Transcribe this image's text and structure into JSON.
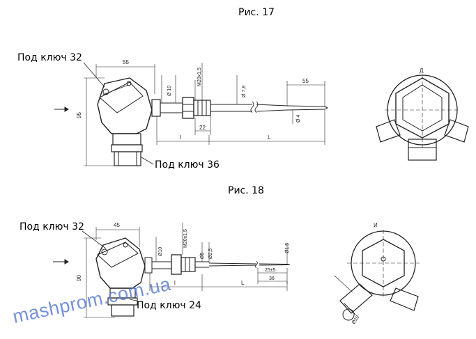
{
  "figures": [
    {
      "title": "Рис. 17",
      "callouts": {
        "upper": "Под ключ 32",
        "lower": "Под ключ 36"
      },
      "dimensions": {
        "head_width": "55",
        "height": "95",
        "diameter_1": "Ø 10",
        "thread": "M20x1,5",
        "diameter_2": "Ø 7,8",
        "tip_length": "55",
        "diameter_3": "Ø 4",
        "fitting_length": "22",
        "length_l": "l",
        "length_L": "L"
      },
      "view_letter": "Д"
    },
    {
      "title": "Рис. 18",
      "callouts": {
        "upper": "Под ключ 32",
        "lower": "Под ключ 24"
      },
      "dimensions": {
        "head_width": "45",
        "height": "90",
        "diameter_1": "Ø10",
        "thread": "M20x1,5",
        "diameter_2": "Ø5",
        "diameter_3": "Ø2,5",
        "tip_diameter": "Ø1,5",
        "tip_length": "25±5",
        "tip_offset": "36",
        "length_l": "l",
        "length_L": "L",
        "cable_diameter": "Ø10"
      },
      "view_letter": "И"
    }
  ],
  "watermark": "mashprom.com.ua"
}
